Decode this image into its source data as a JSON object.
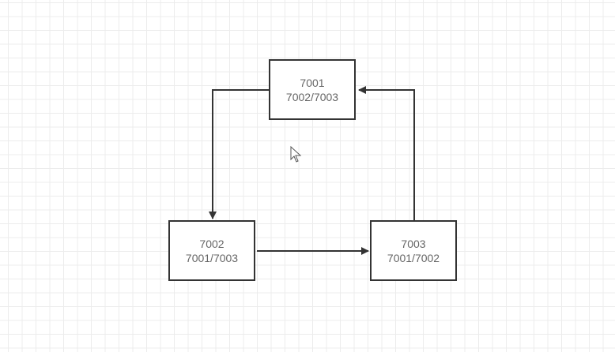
{
  "nodes": [
    {
      "port": "7001",
      "peers": "7002/7003"
    },
    {
      "port": "7002",
      "peers": "7001/7003"
    },
    {
      "port": "7003",
      "peers": "7001/7002"
    }
  ],
  "colors": {
    "line": "#333333",
    "text": "#666666",
    "grid": "#ececec"
  }
}
